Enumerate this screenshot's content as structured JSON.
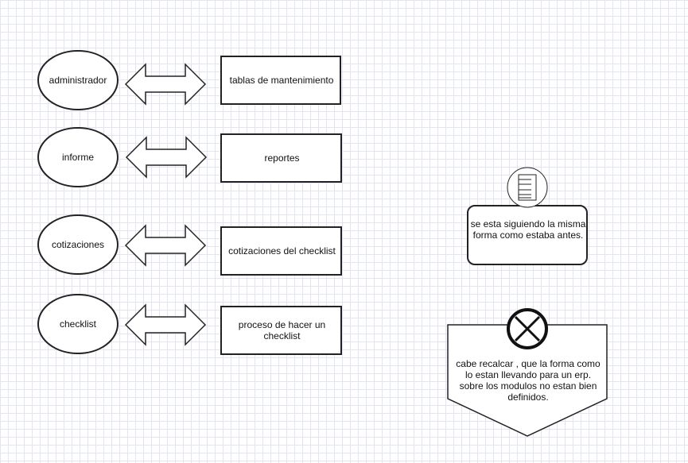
{
  "rows": [
    {
      "role": "administrador",
      "module": "tablas de mantenimiento"
    },
    {
      "role": "informe",
      "module": "reportes"
    },
    {
      "role": "cotizaciones",
      "module": "cotizaciones del checklist"
    },
    {
      "role": "checklist",
      "module": "proceso de hacer un checklist"
    }
  ],
  "note": {
    "text": "se esta siguiendo la misma forma como estaba antes.",
    "icon": "document-icon"
  },
  "warning": {
    "text": "cabe recalcar , que la forma como lo estan llevando para un erp. sobre los modulos no estan bien definidos.",
    "icon": "cancel-x-icon"
  }
}
